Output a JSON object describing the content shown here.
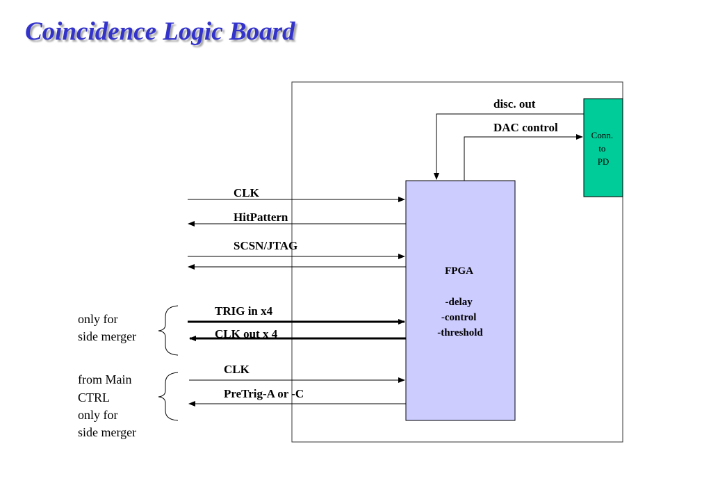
{
  "title": "Coincidence Logic Board",
  "board": {
    "fpga_lines": [
      "FPGA",
      "",
      "-delay",
      "-control",
      "-threshold"
    ],
    "connector_lines": [
      "Conn.",
      "to",
      "PD"
    ],
    "top_labels": {
      "disc_out": "disc. out",
      "dac_control": "DAC control"
    },
    "signals": {
      "clk_top": "CLK",
      "hitpattern": "HitPattern",
      "scsn_jtag": "SCSN/JTAG",
      "trig_in": "TRIG in x4",
      "clk_out": "CLK out x 4",
      "clk_bottom": "CLK",
      "pretrig": "PreTrig-A or -C"
    }
  },
  "notes": {
    "group1": [
      "only for",
      "side merger"
    ],
    "group2": [
      "from Main",
      "CTRL",
      "only for",
      "side merger"
    ]
  },
  "colors": {
    "title": "#3333cc",
    "fpga_fill": "#ccccff",
    "connector_fill": "#00cc99"
  }
}
